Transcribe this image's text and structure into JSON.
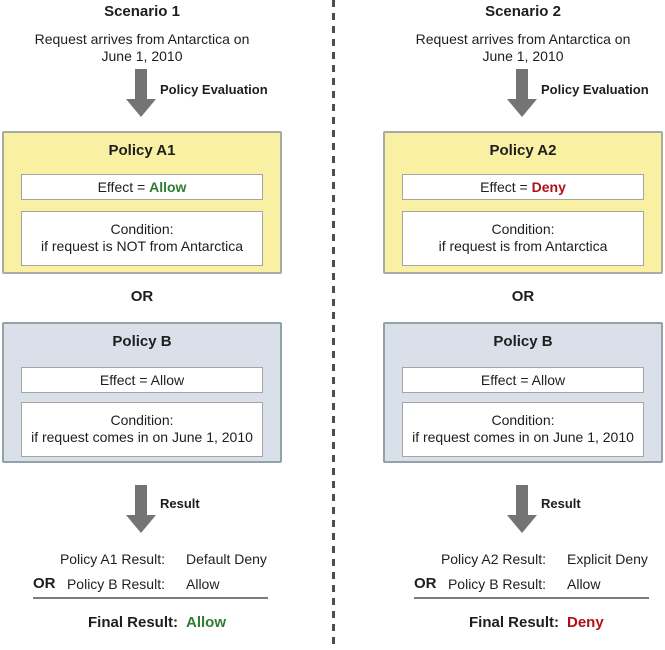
{
  "colors": {
    "policy_a_fill": "#FAF0A3",
    "policy_a_border": "#A6ACA4",
    "policy_b_fill": "#D9E0EA",
    "policy_b_border": "#93A1A9",
    "inner_box_border": "#A5A5A5",
    "allow_green": "#2F7D33",
    "deny_red": "#B01116",
    "arrow_gray": "#747474",
    "divider_gray": "#7D7D7D",
    "dashed_separator": "#4E4E4E",
    "text": "#1E1E1E"
  },
  "scenarios": [
    {
      "title": "Scenario 1",
      "request_line1": "Request arrives from Antarctica on",
      "request_line2": "June 1, 2010",
      "eval_arrow_label": "Policy Evaluation",
      "policy_a": {
        "title": "Policy A1",
        "effect_prefix": "Effect = ",
        "effect_value": "Allow",
        "effect_status": "allow",
        "condition_line1": "Condition:",
        "condition_line2": "if request is NOT from Antarctica"
      },
      "or_label": "OR",
      "policy_b": {
        "title": "Policy B",
        "effect_text": "Effect = Allow",
        "condition_line1": "Condition:",
        "condition_line2": "if request comes in on June 1, 2010"
      },
      "result_arrow_label": "Result",
      "results": {
        "policy_a_label": "Policy A1 Result:",
        "policy_a_value": "Default Deny",
        "or_label": "OR",
        "policy_b_label": "Policy B Result:",
        "policy_b_value": "Allow",
        "final_label": "Final Result:",
        "final_value": "Allow",
        "final_status": "allow"
      }
    },
    {
      "title": "Scenario 2",
      "request_line1": "Request arrives from Antarctica on",
      "request_line2": "June 1, 2010",
      "eval_arrow_label": "Policy Evaluation",
      "policy_a": {
        "title": "Policy A2",
        "effect_prefix": "Effect = ",
        "effect_value": "Deny",
        "effect_status": "deny",
        "condition_line1": "Condition:",
        "condition_line2": "if request is from Antarctica"
      },
      "or_label": "OR",
      "policy_b": {
        "title": "Policy B",
        "effect_text": "Effect = Allow",
        "condition_line1": "Condition:",
        "condition_line2": "if request comes in on June 1, 2010"
      },
      "result_arrow_label": "Result",
      "results": {
        "policy_a_label": "Policy A2 Result:",
        "policy_a_value": "Explicit Deny",
        "or_label": "OR",
        "policy_b_label": "Policy B Result:",
        "policy_b_value": "Allow",
        "final_label": "Final Result:",
        "final_value": "Deny",
        "final_status": "deny"
      }
    }
  ]
}
